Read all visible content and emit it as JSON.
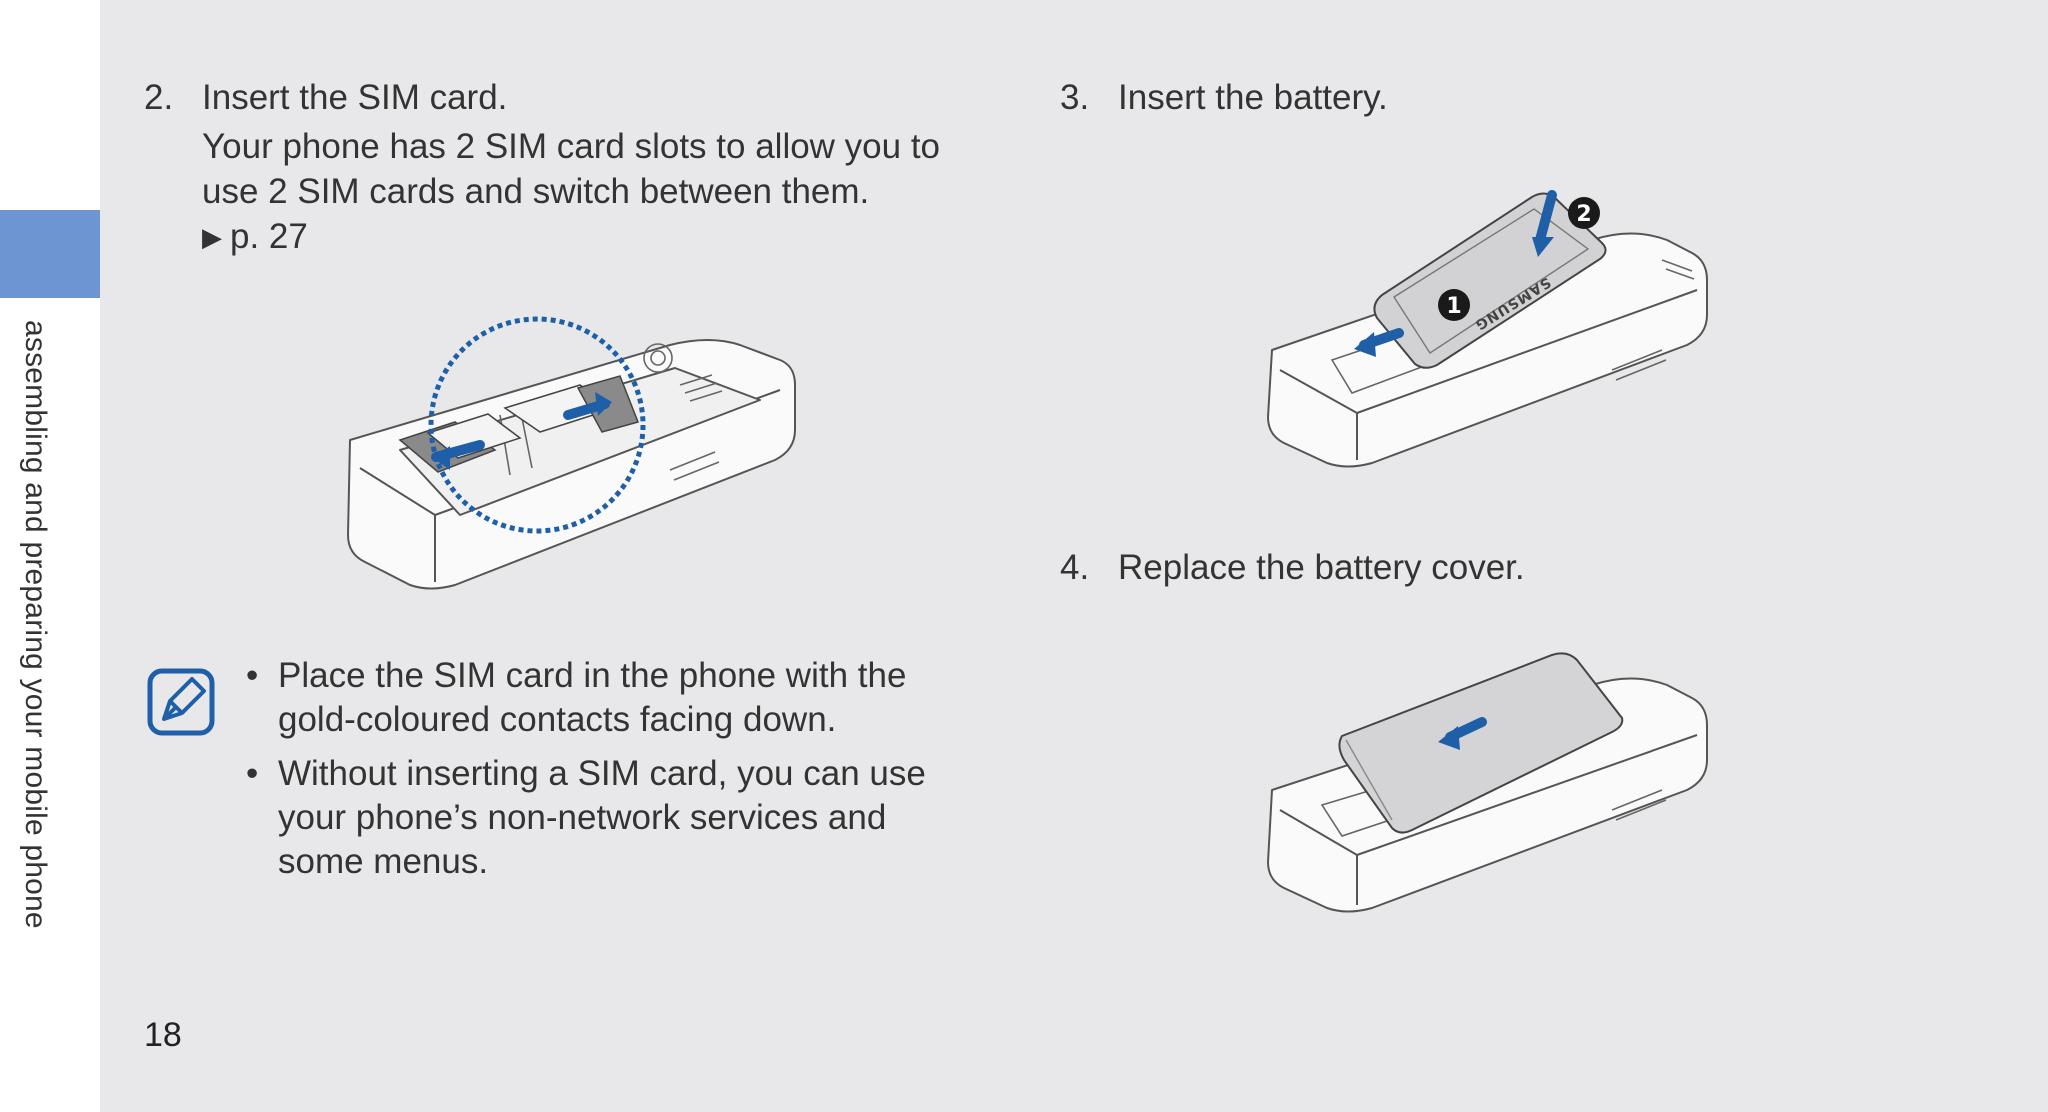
{
  "sidebar": {
    "section_label": "assembling and preparing your mobile phone"
  },
  "page_number": "18",
  "steps": [
    {
      "number": "2.",
      "title": "Insert the SIM card.",
      "description": "Your phone has 2 SIM card slots to allow you to use 2 SIM cards and switch between them.",
      "reference": "p. 27"
    },
    {
      "number": "3.",
      "title": "Insert the battery."
    },
    {
      "number": "4.",
      "title": "Replace the battery cover."
    }
  ],
  "note": {
    "icon": "note-pencil-icon",
    "items": [
      "Place the SIM card in the phone with the gold-coloured contacts facing down.",
      "Without inserting a SIM card, you can use your phone’s non-network services and some menus."
    ]
  },
  "battery_illustration": {
    "brand_text": "SAMSUNG",
    "callouts": [
      "1",
      "2"
    ]
  },
  "colors": {
    "accent_blue": "#1e5fa8",
    "sidebar_tab": "#6c95d2",
    "page_background": "#e8e8ea"
  }
}
